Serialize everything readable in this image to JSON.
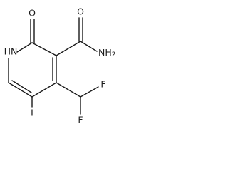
{
  "molecule": {
    "atoms": {
      "o_ring": "O",
      "o_amide": "O",
      "nh2": "NH",
      "nh2_sub": "2",
      "hn": "HN",
      "f_top": "F",
      "f_bottom": "F",
      "iodine": "I"
    }
  }
}
